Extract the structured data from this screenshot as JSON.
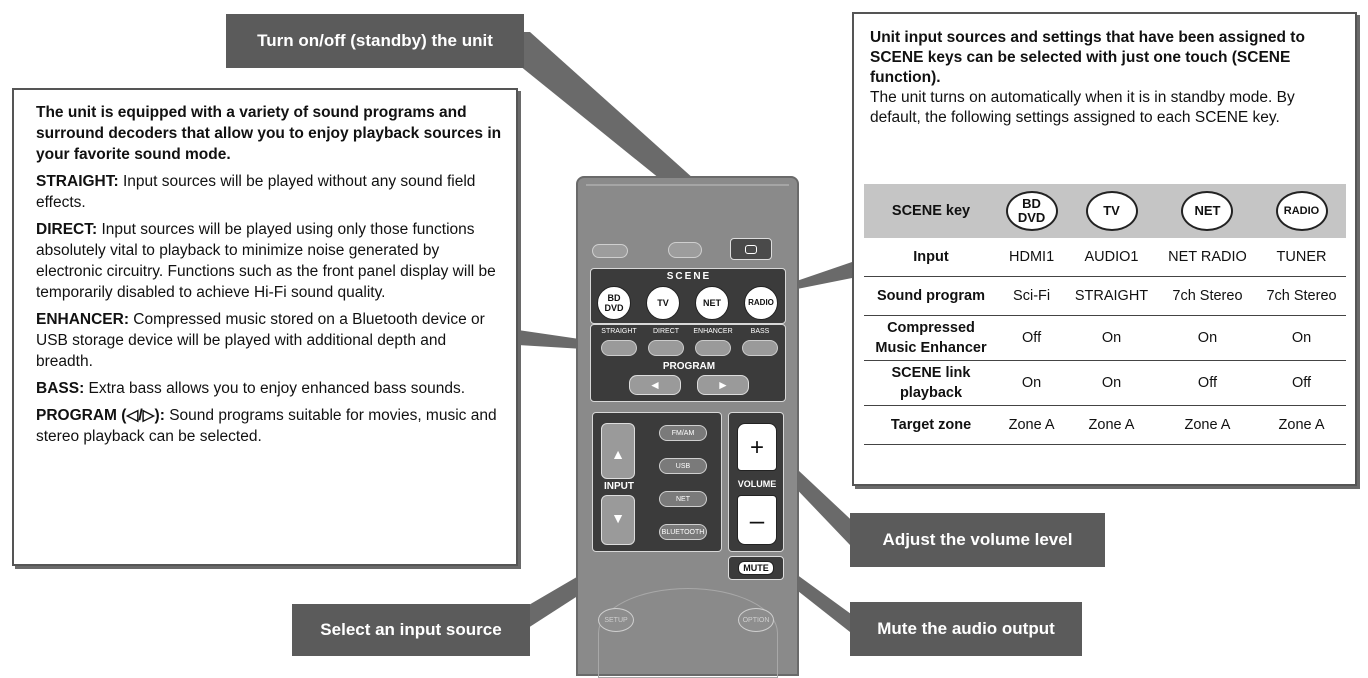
{
  "callouts": {
    "standby": "Turn on/off (standby) the unit",
    "input": "Select an input source",
    "volume": "Adjust the volume level",
    "mute": "Mute the audio output"
  },
  "left_box": {
    "intro": "The unit is equipped with a variety of sound programs and surround decoders that allow you to enjoy playback sources in your favorite sound mode.",
    "items": [
      {
        "term": "STRAIGHT:",
        "text": " Input sources will be played without any sound field effects."
      },
      {
        "term": "DIRECT:",
        "text": " Input sources will be played using only those functions absolutely vital to playback to minimize noise generated by electronic circuitry. Functions such as the front panel display will be temporarily disabled to achieve Hi-Fi sound quality."
      },
      {
        "term": "ENHANCER:",
        "text": " Compressed music stored on a Bluetooth device or USB storage device will be played with additional depth and breadth."
      },
      {
        "term": "BASS:",
        "text": " Extra bass allows you to enjoy enhanced bass sounds."
      },
      {
        "term": "PROGRAM (◁/▷):",
        "text": " Sound programs suitable for movies, music and stereo playback can be selected."
      }
    ]
  },
  "right_box": {
    "intro": "Unit input sources and settings that have been assigned to SCENE keys can be selected with just one touch (SCENE function).",
    "desc": "The unit turns on automatically when it is in standby mode. By default, the following settings assigned to each SCENE key.",
    "table": {
      "header_label": "SCENE key",
      "keys": [
        "BD\nDVD",
        "TV",
        "NET",
        "RADIO"
      ],
      "rows": [
        {
          "label": "Input",
          "values": [
            "HDMI1",
            "AUDIO1",
            "NET RADIO",
            "TUNER"
          ]
        },
        {
          "label": "Sound program",
          "values": [
            "Sci-Fi",
            "STRAIGHT",
            "7ch Stereo",
            "7ch Stereo"
          ]
        },
        {
          "label": "Compressed Music Enhancer",
          "values": [
            "Off",
            "On",
            "On",
            "On"
          ]
        },
        {
          "label": "SCENE link playback",
          "values": [
            "On",
            "On",
            "Off",
            "Off"
          ]
        },
        {
          "label": "Target zone",
          "values": [
            "Zone A",
            "Zone A",
            "Zone A",
            "Zone A"
          ]
        }
      ]
    }
  },
  "remote": {
    "scene_label": "SCENE",
    "scene_keys": [
      "BD\nDVD",
      "TV",
      "NET",
      "RADIO"
    ],
    "program_buttons": [
      "STRAIGHT",
      "DIRECT",
      "ENHANCER",
      "BASS"
    ],
    "program_label": "PROGRAM",
    "input_label": "INPUT",
    "input_buttons": [
      "FM/AM",
      "USB",
      "NET",
      "BLUETOOTH"
    ],
    "volume_label": "VOLUME",
    "mute_label": "MUTE",
    "top_labels": [
      "SETUP",
      "OPTION"
    ]
  }
}
